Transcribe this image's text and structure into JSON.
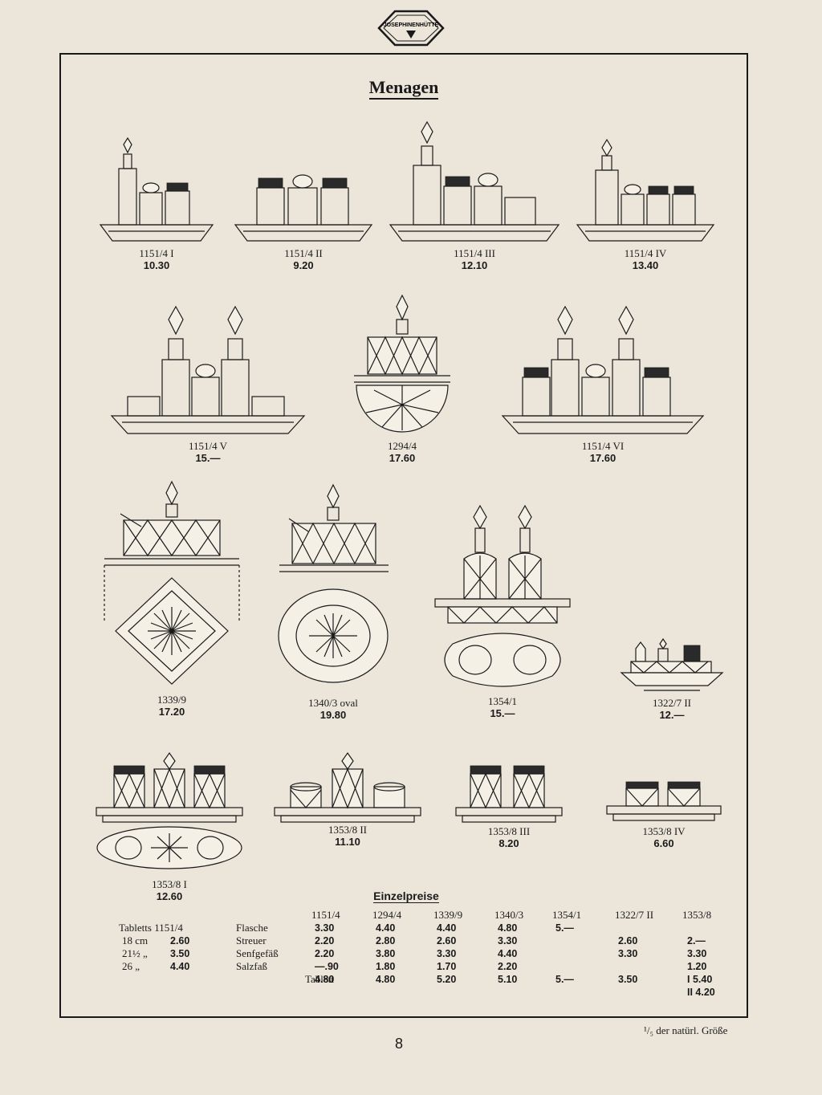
{
  "logo": {
    "text": "JOSEPHINENHÜTTE"
  },
  "title": "Menagen",
  "items": [
    {
      "code": "1151/4 I",
      "price": "10.30"
    },
    {
      "code": "1151/4 II",
      "price": "9.20"
    },
    {
      "code": "1151/4 III",
      "price": "12.10"
    },
    {
      "code": "1151/4 IV",
      "price": "13.40"
    },
    {
      "code": "1151/4 V",
      "price": "15.—"
    },
    {
      "code": "1294/4",
      "price": "17.60"
    },
    {
      "code": "1151/4 VI",
      "price": "17.60"
    },
    {
      "code": "1339/9",
      "price": "17.20"
    },
    {
      "code": "1340/3 oval",
      "price": "19.80"
    },
    {
      "code": "1354/1",
      "price": "15.—"
    },
    {
      "code": "1322/7 II",
      "price": "12.—"
    },
    {
      "code": "1353/8 I",
      "price": "12.60"
    },
    {
      "code": "1353/8 II",
      "price": "11.10"
    },
    {
      "code": "1353/8 III",
      "price": "8.20"
    },
    {
      "code": "1353/8 IV",
      "price": "6.60"
    }
  ],
  "einzelpreise": {
    "title": "Einzelpreise",
    "tabletts": {
      "label": "Tabletts 1151/4",
      "rows": [
        {
          "size": "18  cm",
          "price": "2.60"
        },
        {
          "size": "21½ „",
          "price": "3.50"
        },
        {
          "size": "26   „",
          "price": "4.40"
        }
      ]
    },
    "columns": [
      "1151/4",
      "1294/4",
      "1339/9",
      "1340/3",
      "1354/1",
      "1322/7 II",
      "1353/8"
    ],
    "rows": [
      {
        "label": "Flasche",
        "values": [
          "3.30",
          "4.40",
          "4.40",
          "4.80",
          "5.—",
          "",
          ""
        ]
      },
      {
        "label": "Streuer",
        "values": [
          "2.20",
          "2.80",
          "2.60",
          "3.30",
          "",
          "2.60",
          "2.—"
        ]
      },
      {
        "label": "Senfgefäß",
        "values": [
          "2.20",
          "3.80",
          "3.30",
          "4.40",
          "",
          "3.30",
          "3.30"
        ]
      },
      {
        "label": "Salzfaß",
        "values": [
          "—.90",
          "1.80",
          "1.70",
          "2.20",
          "",
          "",
          "1.20"
        ]
      },
      {
        "label": "Tablett",
        "values": [
          "4.80",
          "4.80",
          "5.20",
          "5.10",
          "5.—",
          "3.50",
          "I  5.40"
        ]
      },
      {
        "label": "",
        "values": [
          "",
          "",
          "",
          "",
          "",
          "",
          "II  4.20"
        ]
      }
    ]
  },
  "footer": {
    "page": "8",
    "scale": "¹/₅ der natürl. Größe"
  }
}
